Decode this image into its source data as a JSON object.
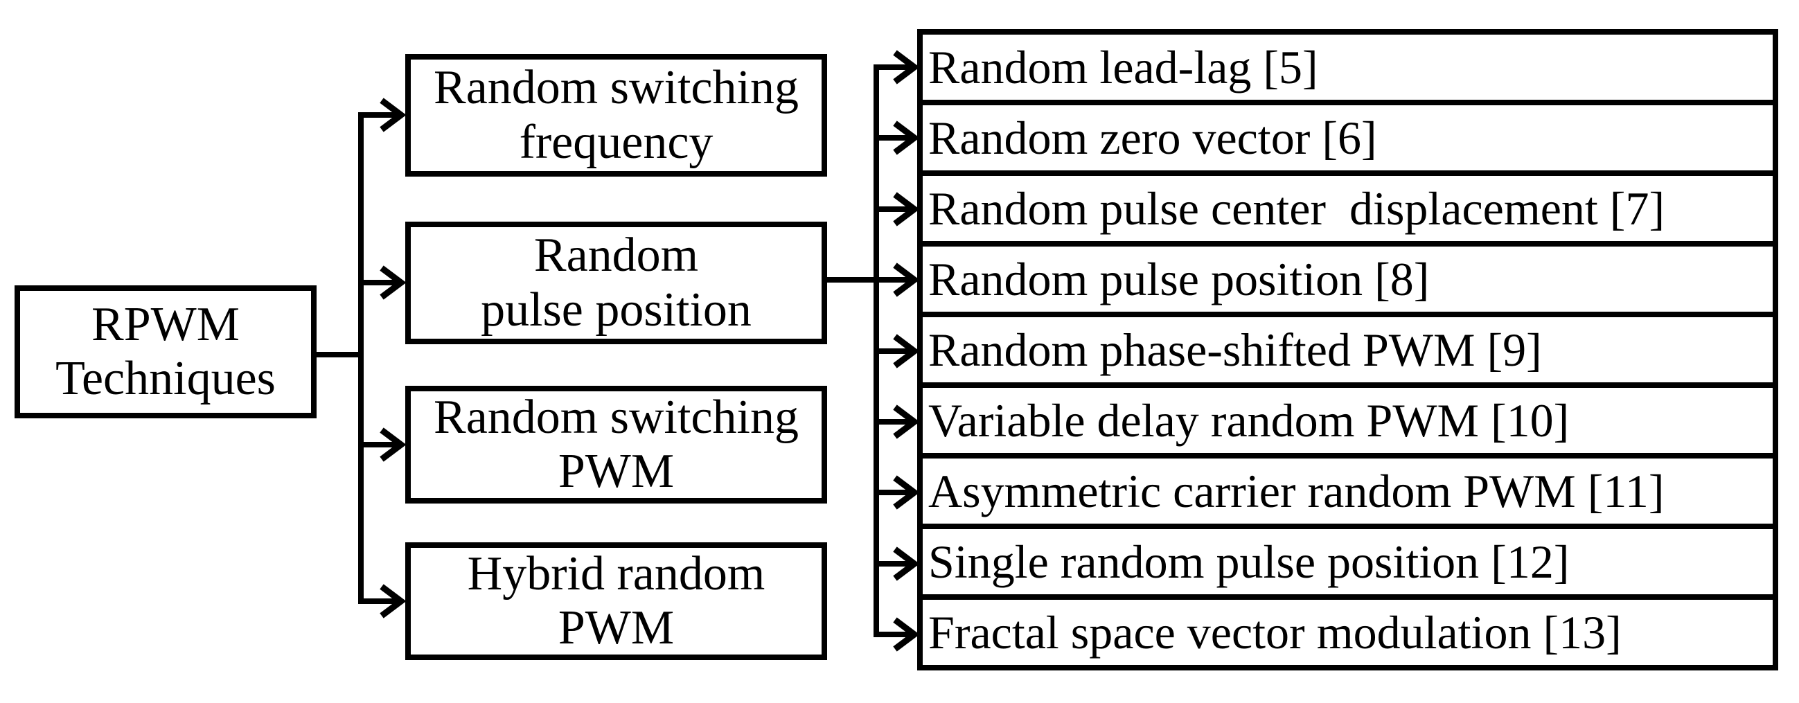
{
  "diagram": {
    "title": "RPWM techniques classification",
    "colors": {
      "stroke": "#000000",
      "background": "#ffffff",
      "text": "#000000"
    },
    "root": {
      "label": "RPWM\nTechniques"
    },
    "categories": [
      {
        "label": "Random switching\nfrequency"
      },
      {
        "label": "Random\npulse position"
      },
      {
        "label": "Random switching\nPWM"
      },
      {
        "label": "Hybrid random\nPWM"
      }
    ],
    "techniques": [
      {
        "label": "Random lead-lag [5]",
        "ref": "[5]"
      },
      {
        "label": "Random zero vector [6]",
        "ref": "[6]"
      },
      {
        "label": "Random pulse center  displacement [7]",
        "ref": "[7]"
      },
      {
        "label": "Random pulse position [8]",
        "ref": "[8]"
      },
      {
        "label": "Random phase-shifted PWM [9]",
        "ref": "[9]"
      },
      {
        "label": "Variable delay random PWM [10]",
        "ref": "[10]"
      },
      {
        "label": "Asymmetric carrier random PWM [11]",
        "ref": "[11]"
      },
      {
        "label": "Single random pulse position [12]",
        "ref": "[12]"
      },
      {
        "label": "Fractal space vector modulation [13]",
        "ref": "[13]"
      }
    ],
    "edges": [
      {
        "from": "RPWM Techniques",
        "to": "Random switching frequency"
      },
      {
        "from": "RPWM Techniques",
        "to": "Random pulse position"
      },
      {
        "from": "RPWM Techniques",
        "to": "Random switching PWM"
      },
      {
        "from": "RPWM Techniques",
        "to": "Hybrid random PWM"
      },
      {
        "from": "Random pulse position",
        "to": "all nine technique rows"
      }
    ]
  }
}
